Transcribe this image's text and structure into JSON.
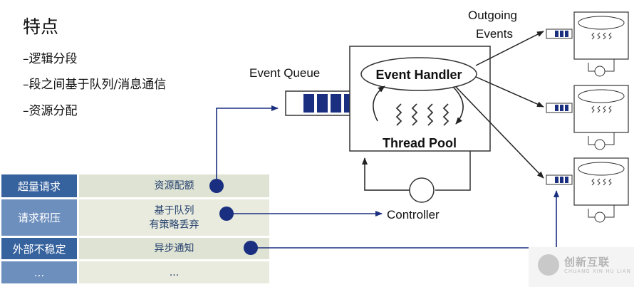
{
  "title": "特点",
  "bullets": [
    "–逻辑分段",
    "–段之间基于队列/消息通信",
    "–资源分配"
  ],
  "diagram": {
    "event_queue_label": "Event Queue",
    "event_handler_label": "Event Handler",
    "thread_pool_label": "Thread Pool",
    "controller_label": "Controller",
    "outgoing_line1": "Outgoing",
    "outgoing_line2": "Events",
    "colors": {
      "queue_cell": "#1a2f80",
      "arrow": "#1a2f80",
      "stroke": "#333333"
    }
  },
  "table": {
    "rows": [
      {
        "left": "超量请求",
        "right": [
          "资源配额"
        ]
      },
      {
        "left": "请求积压",
        "right": [
          "基于队列",
          "有策略丢弃"
        ]
      },
      {
        "left": "外部不稳定",
        "right": [
          "异步通知"
        ]
      },
      {
        "left": "...",
        "right": [
          "..."
        ]
      }
    ]
  },
  "watermark": {
    "text": "创新互联",
    "subtext": "CHUANG XIN HU LIAN"
  }
}
